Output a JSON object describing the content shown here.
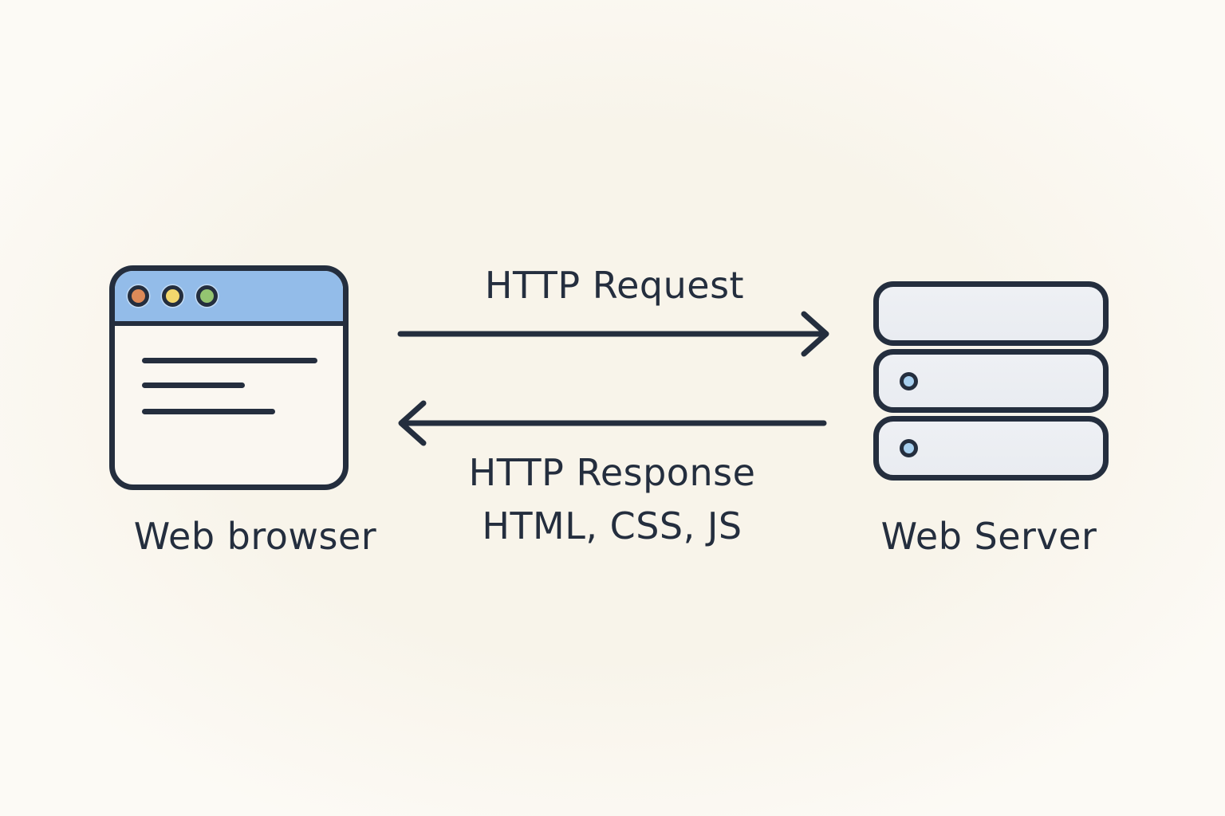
{
  "colors": {
    "background": "#f8f4ea",
    "ink": "#242e3e",
    "titlebar": "#93bce9",
    "window_body": "#faf7f1",
    "dot_red": "#dd8a58",
    "dot_yellow": "#f2d76d",
    "dot_green": "#94c471",
    "slab": "#e9ecf1",
    "led": "#a7cfee"
  },
  "nodes": {
    "browser": {
      "label": "Web browser",
      "icon": "browser-window-icon"
    },
    "server": {
      "label": "Web Server",
      "icon": "server-stack-icon"
    }
  },
  "flows": {
    "request": {
      "label": "HTTP Request",
      "from": "browser",
      "to": "server"
    },
    "response": {
      "label": "HTTP Response",
      "sublabel": "HTML, CSS, JS",
      "from": "server",
      "to": "browser"
    }
  }
}
